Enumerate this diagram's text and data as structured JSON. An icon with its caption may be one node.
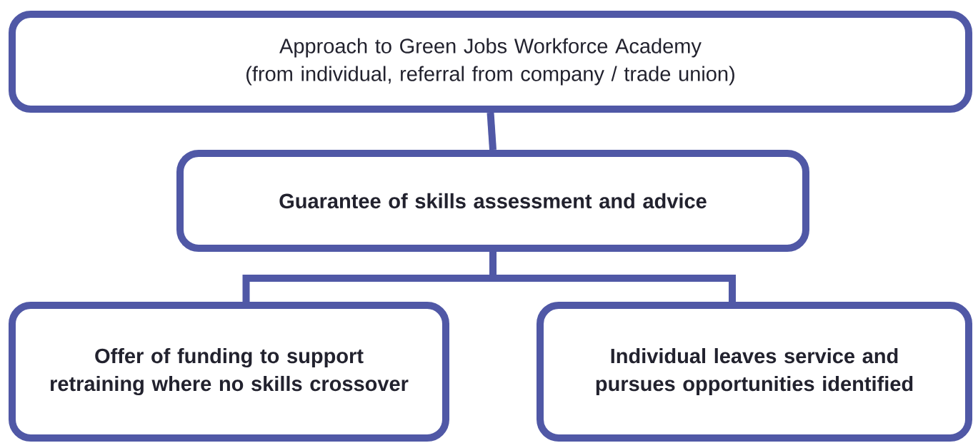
{
  "diagram": {
    "nodes": [
      {
        "text": [
          "Approach to Green Jobs Workforce Academy",
          "(from individual, referral from company / trade union)"
        ]
      },
      {
        "text": [
          "Guarantee of skills assessment and advice"
        ]
      },
      {
        "text": [
          "Offer of funding to support retraining where no skills crossover"
        ]
      },
      {
        "text": [
          "Individual leaves service and pursues opportunities identified"
        ]
      }
    ],
    "edges": [
      {
        "from": 0,
        "to": 1,
        "arrow": "none"
      },
      {
        "from": 1,
        "to": 2,
        "arrow": "none"
      },
      {
        "from": 1,
        "to": 3,
        "arrow": "none"
      }
    ]
  }
}
